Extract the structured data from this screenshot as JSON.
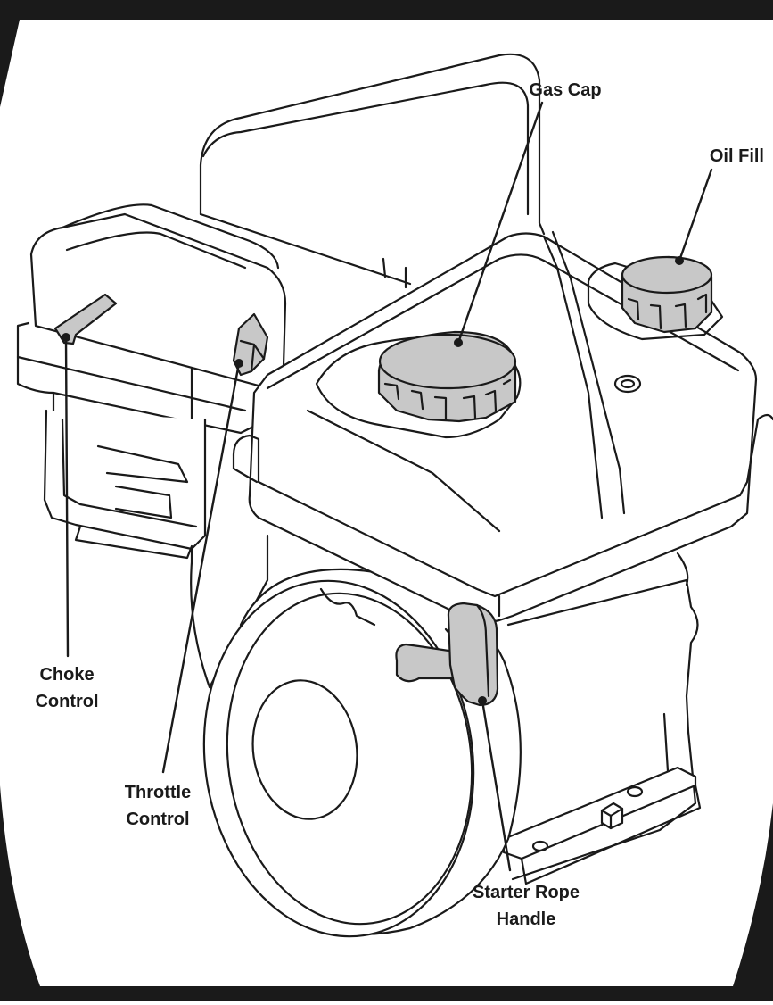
{
  "labels": {
    "gas_cap": "Gas Cap",
    "oil_fill": "Oil Fill",
    "choke_line1": "Choke",
    "choke_line2": "Control",
    "throttle_line1": "Throttle",
    "throttle_line2": "Control",
    "starter_line1": "Starter Rope",
    "starter_line2": "Handle"
  },
  "colors": {
    "frame": "#1a1a1a",
    "line": "#1a1a1a",
    "part_fill": "#c8c8c8",
    "body_fill": "#ffffff"
  }
}
